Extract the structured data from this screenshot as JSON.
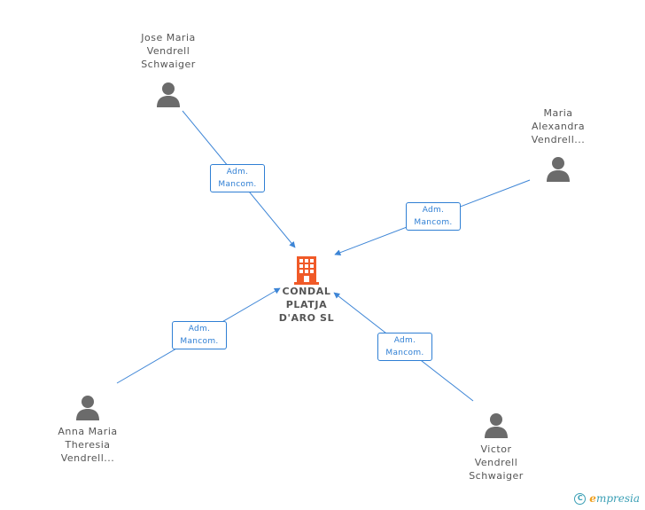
{
  "center": {
    "name_lines": [
      "CONDAL",
      "PLATJA",
      "D'ARO SL"
    ],
    "icon": "building-icon",
    "color": "#f05a28"
  },
  "people": [
    {
      "id": "jose",
      "name_lines": [
        "Jose Maria",
        "Vendrell",
        "Schwaiger"
      ],
      "relation_lines": [
        "Adm.",
        "Mancom."
      ]
    },
    {
      "id": "maria",
      "name_lines": [
        "Maria",
        "Alexandra",
        "Vendrell..."
      ],
      "relation_lines": [
        "Adm.",
        "Mancom."
      ]
    },
    {
      "id": "anna",
      "name_lines": [
        "Anna Maria",
        "Theresia",
        "Vendrell..."
      ],
      "relation_lines": [
        "Adm.",
        "Mancom."
      ]
    },
    {
      "id": "victor",
      "name_lines": [
        "Victor",
        "Vendrell",
        "Schwaiger"
      ],
      "relation_lines": [
        "Adm.",
        "Mancom."
      ]
    }
  ],
  "colors": {
    "edge": "#3d85d6",
    "person_icon": "#6b6b6b",
    "label_text": "#555555"
  },
  "footer": {
    "copyright_symbol": "C",
    "brand_initial": "e",
    "brand_rest": "mpresia"
  }
}
